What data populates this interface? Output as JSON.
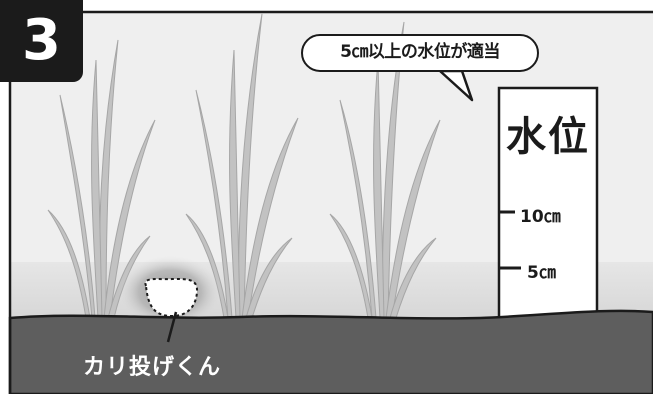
{
  "step": {
    "number": "3"
  },
  "callout": {
    "text": "5㎝以上の水位が適当"
  },
  "gauge": {
    "title": "水位",
    "marks": [
      {
        "label": "10㎝"
      },
      {
        "label": "5㎝"
      }
    ]
  },
  "device": {
    "label": "カリ投げくん"
  },
  "colors": {
    "ink": "#1b1b1b",
    "sky": "#f0f0f0",
    "water": "#e0e0e0",
    "soil": "#5e5e5e",
    "plant": "#bdbdbd",
    "plant_dark": "#9a9a9a"
  }
}
